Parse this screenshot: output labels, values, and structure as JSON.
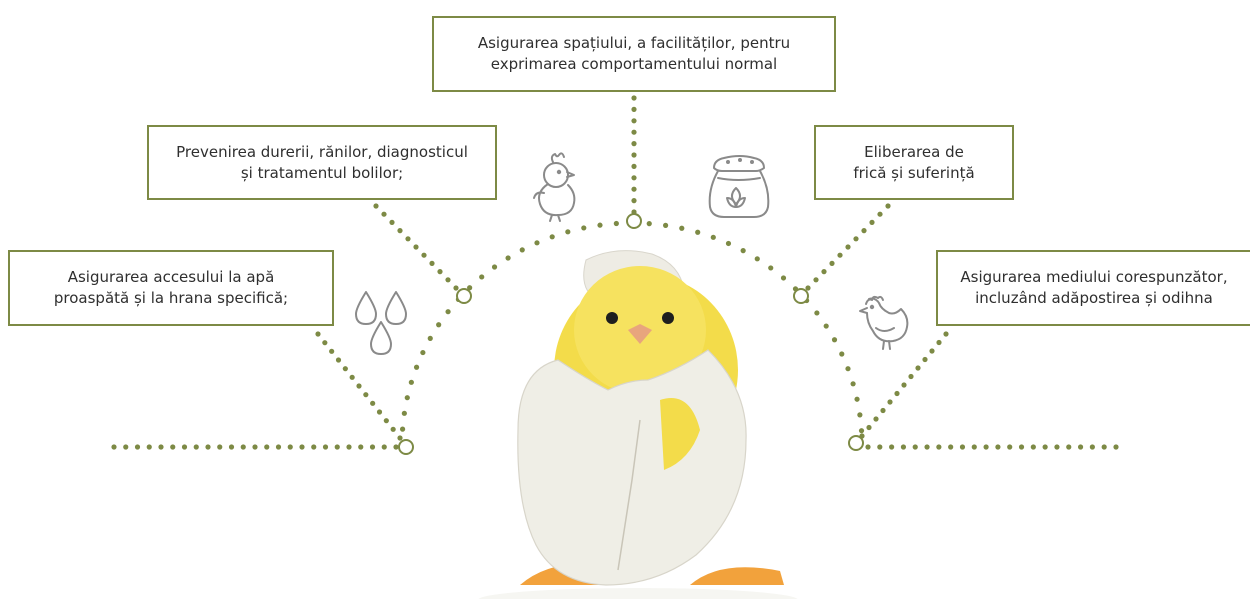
{
  "colors": {
    "accent": "#7d8a45",
    "text": "#2f2f2f",
    "chick": "#f3dc4a",
    "shell": "#f1f0ea"
  },
  "boxes": {
    "top": {
      "line1": "Asigurarea spațiului, a facilităților, pentru",
      "line2": "exprimarea comportamentului normal"
    },
    "upper_left": {
      "line1": "Prevenirea durerii, rănilor, diagnosticul",
      "line2": "și tratamentul bolilor;"
    },
    "upper_right": {
      "line1": "Eliberarea de",
      "line2": "frică și suferință"
    },
    "lower_left": {
      "line1": "Asigurarea accesului la apă",
      "line2": "proaspătă și la hrana specifică;"
    },
    "lower_right": {
      "line1": "Asigurarea mediului corespunzător,",
      "line2": "incluzând adăpostirea și odihna"
    }
  },
  "icons": [
    "chick-icon",
    "feed-bag-icon",
    "water-drops-icon",
    "hen-icon"
  ],
  "photo": "hatching-chick"
}
